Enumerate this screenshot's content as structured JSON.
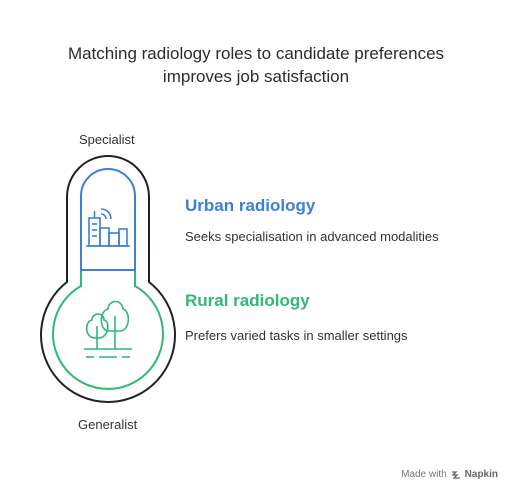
{
  "title": {
    "line1": "Matching radiology roles to candidate preferences",
    "line2": "improves job satisfaction"
  },
  "axis": {
    "top_label": "Specialist",
    "bottom_label": "Generalist"
  },
  "items": [
    {
      "title": "Urban radiology",
      "description": "Seeks specialisation in advanced modalities",
      "color": "#3d7fd9",
      "icon": "city-skyline-icon"
    },
    {
      "title": "Rural radiology",
      "description": "Prefers varied tasks in smaller settings",
      "color": "#2fb974",
      "icon": "trees-icon"
    }
  ],
  "footer": {
    "prefix": "Made with",
    "brand": "Napkin",
    "icon": "napkin-logo-icon"
  }
}
